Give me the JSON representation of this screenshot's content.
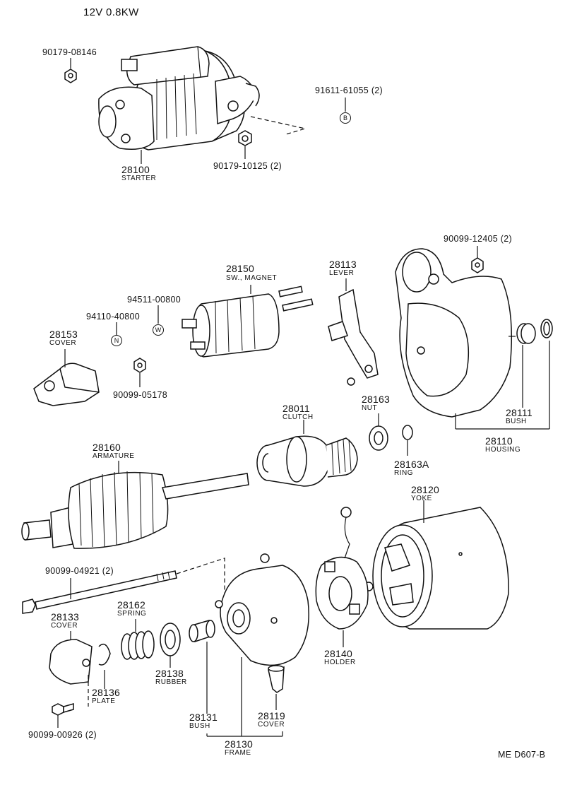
{
  "header": {
    "spec": "12V 0.8KW"
  },
  "footer": {
    "ref": "ME  D607-B"
  },
  "parts": [
    {
      "id": "p90179-08146",
      "number": "90179-08146",
      "name": ""
    },
    {
      "id": "p28100",
      "number": "28100",
      "name": "STARTER"
    },
    {
      "id": "p91611",
      "number": "91611-61055 (2)",
      "name": "",
      "badge": "B"
    },
    {
      "id": "p90179-10125",
      "number": "90179-10125 (2)",
      "name": ""
    },
    {
      "id": "p28150",
      "number": "28150",
      "name": "SW., MAGNET"
    },
    {
      "id": "p28113",
      "number": "28113",
      "name": "LEVER"
    },
    {
      "id": "p90099-12405",
      "number": "90099-12405 (2)",
      "name": ""
    },
    {
      "id": "p94511",
      "number": "94511-00800",
      "name": "",
      "badge": "W"
    },
    {
      "id": "p94110",
      "number": "94110-40800",
      "name": "",
      "badge": "N"
    },
    {
      "id": "p28153",
      "number": "28153",
      "name": "COVER"
    },
    {
      "id": "p90099-05178",
      "number": "90099-05178",
      "name": ""
    },
    {
      "id": "p28011",
      "number": "28011",
      "name": "CLUTCH"
    },
    {
      "id": "p28163",
      "number": "28163",
      "name": "NUT"
    },
    {
      "id": "p28111",
      "number": "28111",
      "name": "BUSH"
    },
    {
      "id": "p28110",
      "number": "28110",
      "name": "HOUSING"
    },
    {
      "id": "p28160",
      "number": "28160",
      "name": "ARMATURE"
    },
    {
      "id": "p28163A",
      "number": "28163A",
      "name": "RING"
    },
    {
      "id": "p28120",
      "number": "28120",
      "name": "YOKE"
    },
    {
      "id": "p90099-04921",
      "number": "90099-04921 (2)",
      "name": ""
    },
    {
      "id": "p28133",
      "number": "28133",
      "name": "COVER"
    },
    {
      "id": "p28162",
      "number": "28162",
      "name": "SPRING"
    },
    {
      "id": "p28138",
      "number": "28138",
      "name": "RUBBER"
    },
    {
      "id": "p28136",
      "number": "28136",
      "name": "PLATE"
    },
    {
      "id": "p28140",
      "number": "28140",
      "name": "HOLDER"
    },
    {
      "id": "p28131",
      "number": "28131",
      "name": "BUSH"
    },
    {
      "id": "p28119",
      "number": "28119",
      "name": "COVER"
    },
    {
      "id": "p28130",
      "number": "28130",
      "name": "FRAME"
    },
    {
      "id": "p90099-00926",
      "number": "90099-00926 (2)",
      "name": ""
    }
  ]
}
